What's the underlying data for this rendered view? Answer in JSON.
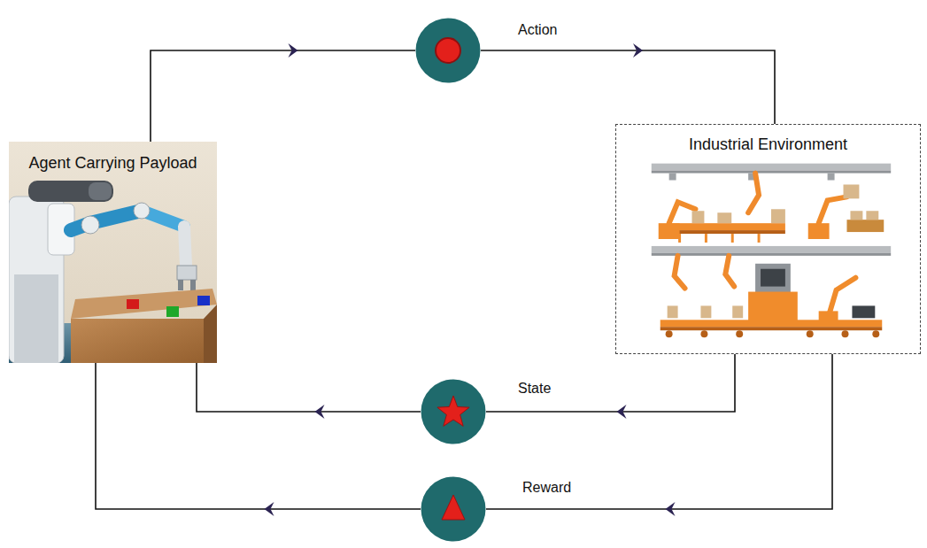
{
  "diagram": {
    "nodes": [
      {
        "text": [
          "Action"
        ]
      },
      {
        "text": [
          "Agent Carrying Payload"
        ]
      },
      {
        "text": [
          "Industrial Environment"
        ]
      },
      {
        "text": [
          "State"
        ]
      },
      {
        "text": [
          "Reward"
        ]
      }
    ],
    "edges": [
      {
        "from": 1,
        "to": 0,
        "arrow": "to"
      },
      {
        "from": 0,
        "to": 2,
        "arrow": "to"
      },
      {
        "from": 2,
        "to": 3,
        "arrow": "to"
      },
      {
        "from": 3,
        "to": 1,
        "arrow": "to"
      },
      {
        "from": 2,
        "to": 4,
        "arrow": "to"
      },
      {
        "from": 4,
        "to": 1,
        "arrow": "to"
      }
    ]
  }
}
